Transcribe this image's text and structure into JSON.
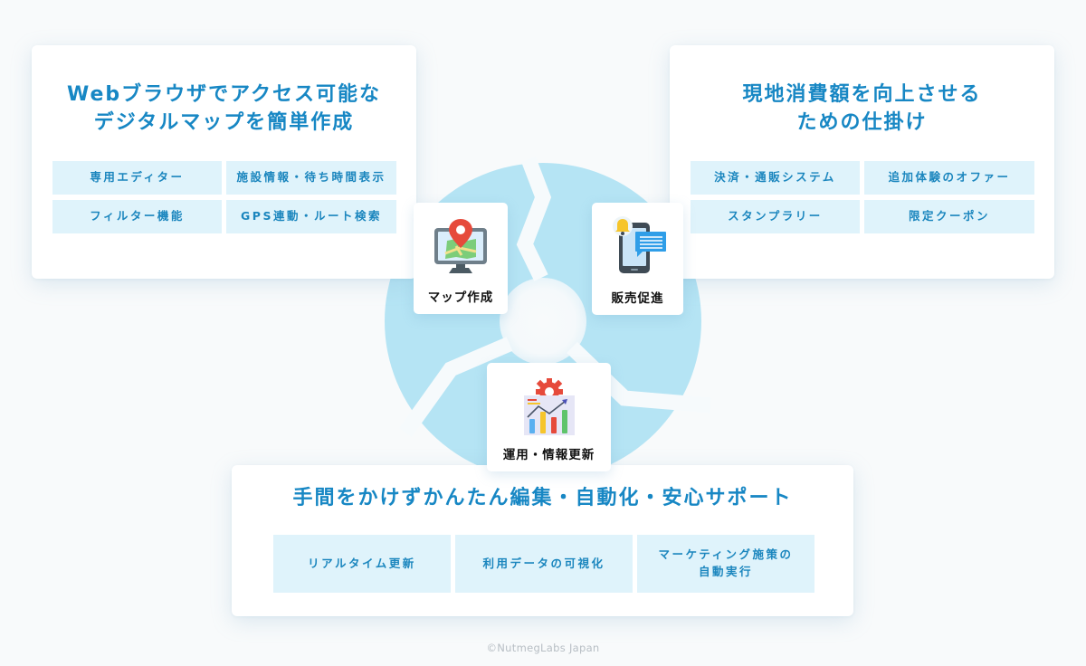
{
  "colors": {
    "accent": "#1787c4",
    "tag_bg": "#dff3fb",
    "circle": "#b5e4f4",
    "background": "#f8fafb"
  },
  "top_left": {
    "title_line1": "Webブラウザでアクセス可能な",
    "title_line2": "デジタルマップを簡単作成",
    "tags": [
      "専用エディター",
      "施設情報・待ち時間表示",
      "フィルター機能",
      "GPS連動・ルート検索"
    ]
  },
  "top_right": {
    "title_line1": "現地消費額を向上させる",
    "title_line2": "ための仕掛け",
    "tags": [
      "決済・通販システム",
      "追加体験のオファー",
      "スタンプラリー",
      "限定クーポン"
    ]
  },
  "bottom": {
    "title": "手間をかけずかんたん編集・自動化・安心サポート",
    "tags": [
      "リアルタイム更新",
      "利用データの可視化",
      "マーケティング施策の",
      "自動実行"
    ]
  },
  "cycle": {
    "nodes": [
      {
        "label": "マップ作成",
        "icon": "map-monitor-icon"
      },
      {
        "label": "販売促進",
        "icon": "smartphone-notification-icon"
      },
      {
        "label": "運用・情報更新",
        "icon": "analytics-chart-gear-icon"
      }
    ]
  },
  "footer": {
    "copyright": "©NutmegLabs Japan"
  }
}
